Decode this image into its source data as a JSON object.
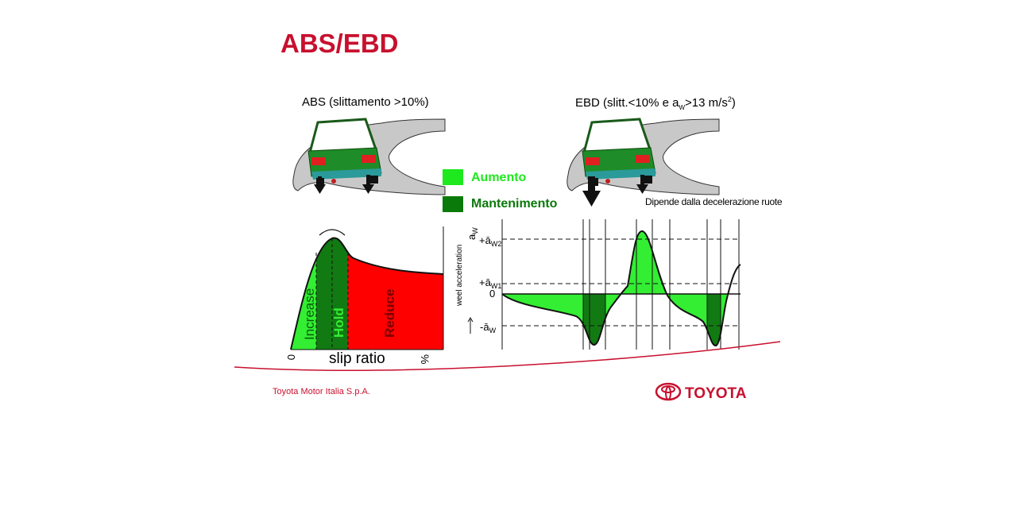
{
  "slide": {
    "title": "ABS/EBD",
    "abs_heading": "ABS (slittamento >10%)",
    "ebd_heading": {
      "prefix": "EBD (slitt.<10% e a",
      "sub": "W",
      "mid": ">13 m/s",
      "sup": "2",
      "suffix": ")"
    },
    "ebd_note": "Dipende dalla decelerazione ruote",
    "footer": "Toyota Motor Italia S.p.A.",
    "logo_text": "TOYOTA"
  },
  "legend": [
    {
      "label": "Aumento",
      "color": "#1ee81e"
    },
    {
      "label": "Mantenimento",
      "color": "#0a7a0a"
    }
  ],
  "slip_chart": {
    "regions": [
      "Increase",
      "Hold",
      "Reduce"
    ],
    "xlabel": "slip ratio",
    "x_start": "0",
    "x_end": "%",
    "colors": {
      "increase": "#33ee33",
      "hold": "#127a12",
      "reduce": "#ff0000"
    }
  },
  "accel_chart": {
    "ylabel_top": "a",
    "ylabel_top_sub": "W",
    "ylabel": "weel acceleration",
    "levels": [
      {
        "label": "+ā",
        "sub": "W2"
      },
      {
        "label": "+ā",
        "sub": "W1"
      },
      {
        "label": "0",
        "sub": ""
      },
      {
        "label": "-ā",
        "sub": "W"
      }
    ]
  },
  "colors": {
    "brand": "#c8102e",
    "road": "#c8c8c8",
    "car_body": "#1e8c28",
    "car_bumper": "#2a9a9a"
  }
}
